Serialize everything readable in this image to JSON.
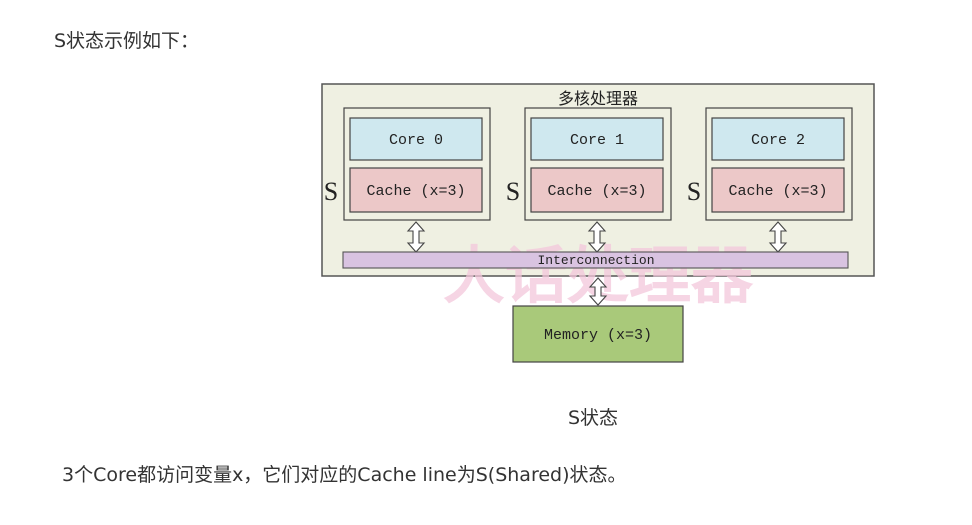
{
  "heading": "S状态示例如下：",
  "diagram": {
    "title": "多核处理器",
    "watermark": "大话处理器",
    "cores": [
      {
        "core_label": "Core 0",
        "cache_label": "Cache (x=3)",
        "state": "S"
      },
      {
        "core_label": "Core 1",
        "cache_label": "Cache (x=3)",
        "state": "S"
      },
      {
        "core_label": "Core 2",
        "cache_label": "Cache (x=3)",
        "state": "S"
      }
    ],
    "interconnect_label": "Interconnection",
    "memory_label": "Memory (x=3)",
    "colors": {
      "chip_bg": "#eff0e2",
      "core_bg": "#cfe8ef",
      "cache_bg": "#ecc8c8",
      "interconnect_bg": "#d9c3e1",
      "memory_bg": "#a9c97a",
      "watermark": "#f4c7dc"
    }
  },
  "caption": "S状态",
  "body_text": "3个Core都访问变量x，它们对应的Cache line为S(Shared)状态。"
}
